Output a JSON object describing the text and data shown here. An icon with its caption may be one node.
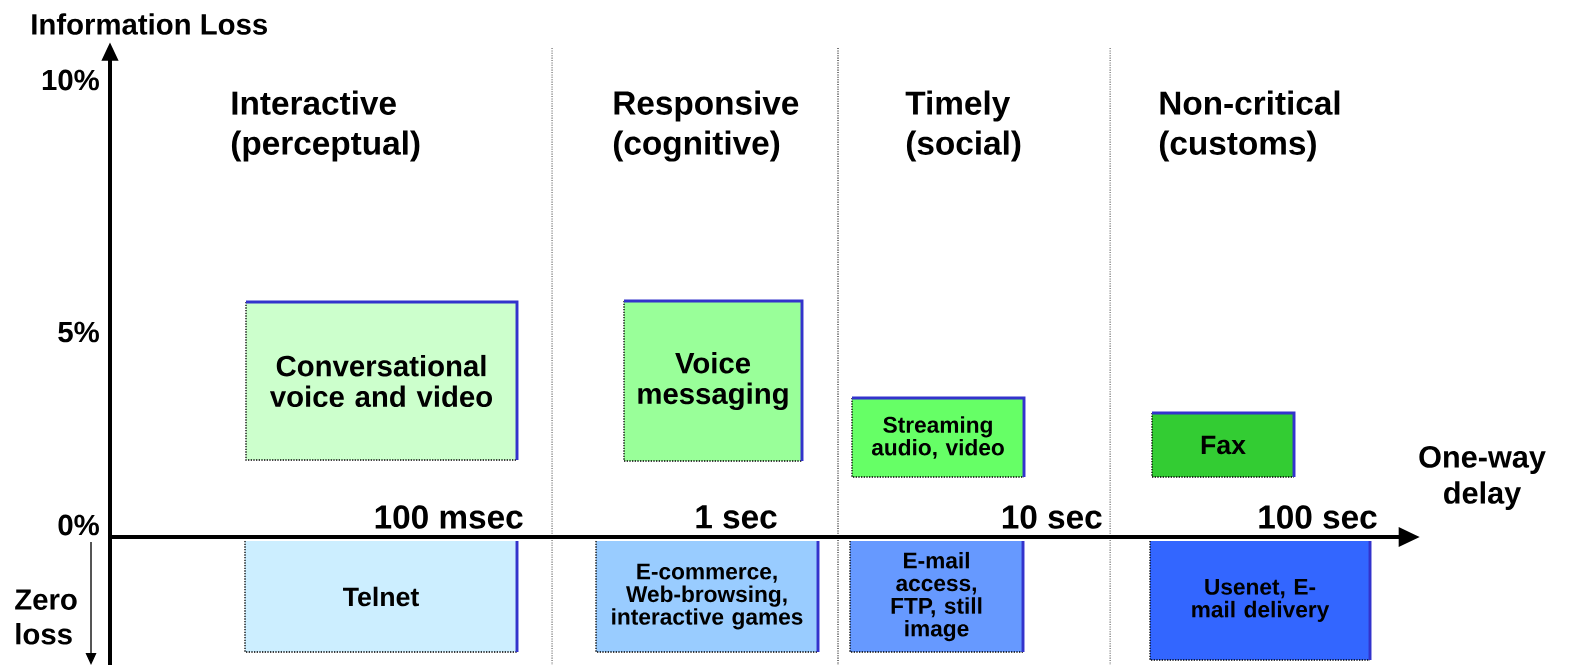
{
  "diagram": {
    "nodes": [
      {
        "text": [
          "Conversational voice and video"
        ]
      },
      {
        "text": [
          "Voice messaging"
        ]
      },
      {
        "text": [
          "Streaming audio, video"
        ]
      },
      {
        "text": [
          "Fax"
        ]
      },
      {
        "text": [
          "Telnet"
        ]
      },
      {
        "text": [
          "E-commerce, Web-browsing, interactive games"
        ]
      },
      {
        "text": [
          "E-mail access, FTP, still image"
        ]
      },
      {
        "text": [
          "Usenet, E-mail delivery"
        ]
      }
    ],
    "labels": [
      "Information Loss",
      "10%",
      "Interactive (perceptual)",
      "Responsive (cognitive)",
      "Timely (social)",
      "Non-critical (customs)",
      "5%",
      "One-way delay",
      "0%",
      "100 msec",
      "1 sec",
      "10 sec",
      "100 sec",
      "Zero loss"
    ]
  }
}
